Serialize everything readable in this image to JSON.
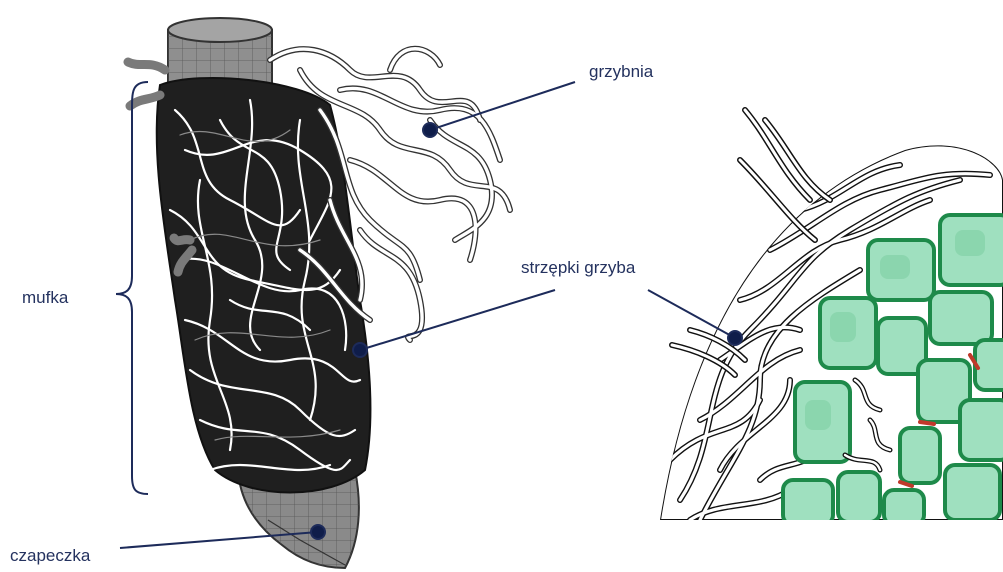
{
  "labels": {
    "mycelium": "grzybnia",
    "hyphae": "strzępki grzyba",
    "sheath": "mufka",
    "root_cap": "czapeczka"
  },
  "colors": {
    "label_text": "#24325f",
    "leader_line": "#1d2b5a",
    "root_fill": "#8a8a8a",
    "hypha_dark": "#2a2a2a",
    "hypha_light": "#ffffff",
    "cell_fill": "#9fe0bf",
    "cell_border": "#1e8a4a",
    "hartig_net": "#c0392b"
  }
}
